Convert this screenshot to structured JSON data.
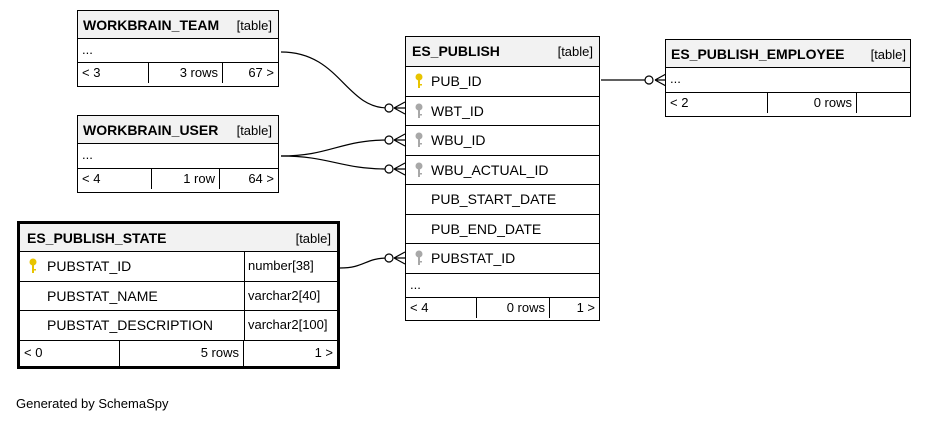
{
  "tables": {
    "workbrain_team": {
      "name": "WORKBRAIN_TEAM",
      "kind": "[table]",
      "ellipsis": "...",
      "footer": [
        "< 3",
        "3 rows",
        "67 >"
      ]
    },
    "workbrain_user": {
      "name": "WORKBRAIN_USER",
      "kind": "[table]",
      "ellipsis": "...",
      "footer": [
        "< 4",
        "1 row",
        "64 >"
      ]
    },
    "es_publish_state": {
      "name": "ES_PUBLISH_STATE",
      "kind": "[table]",
      "columns": [
        {
          "name": "PUBSTAT_ID",
          "type": "number[38]",
          "key": "primary"
        },
        {
          "name": "PUBSTAT_NAME",
          "type": "varchar2[40]",
          "key": "none"
        },
        {
          "name": "PUBSTAT_DESCRIPTION",
          "type": "varchar2[100]",
          "key": "none"
        }
      ],
      "footer": [
        "< 0",
        "5 rows",
        "1 >"
      ]
    },
    "es_publish": {
      "name": "ES_PUBLISH",
      "kind": "[table]",
      "columns": [
        {
          "name": "PUB_ID",
          "key": "primary"
        },
        {
          "name": "WBT_ID",
          "key": "foreign"
        },
        {
          "name": "WBU_ID",
          "key": "foreign"
        },
        {
          "name": "WBU_ACTUAL_ID",
          "key": "foreign"
        },
        {
          "name": "PUB_START_DATE",
          "key": "none"
        },
        {
          "name": "PUB_END_DATE",
          "key": "none"
        },
        {
          "name": "PUBSTAT_ID",
          "key": "foreign"
        }
      ],
      "ellipsis": "...",
      "footer": [
        "< 4",
        "0 rows",
        "1 >"
      ]
    },
    "es_publish_employee": {
      "name": "ES_PUBLISH_EMPLOYEE",
      "kind": "[table]",
      "ellipsis": "...",
      "footer": [
        "< 2",
        "0 rows",
        ""
      ]
    }
  },
  "relationships": [
    {
      "from": "WORKBRAIN_TEAM",
      "to": "ES_PUBLISH.WBT_ID"
    },
    {
      "from": "WORKBRAIN_USER",
      "to": "ES_PUBLISH.WBU_ID"
    },
    {
      "from": "WORKBRAIN_USER",
      "to": "ES_PUBLISH.WBU_ACTUAL_ID"
    },
    {
      "from": "ES_PUBLISH_STATE.PUBSTAT_ID",
      "to": "ES_PUBLISH.PUBSTAT_ID"
    },
    {
      "from": "ES_PUBLISH.PUB_ID",
      "to": "ES_PUBLISH_EMPLOYEE"
    }
  ],
  "colors": {
    "primary_key": "#e8c400",
    "foreign_key": "#a8a8a8",
    "header_bg": "#f2f2f2"
  },
  "footer_note": "Generated by SchemaSpy"
}
